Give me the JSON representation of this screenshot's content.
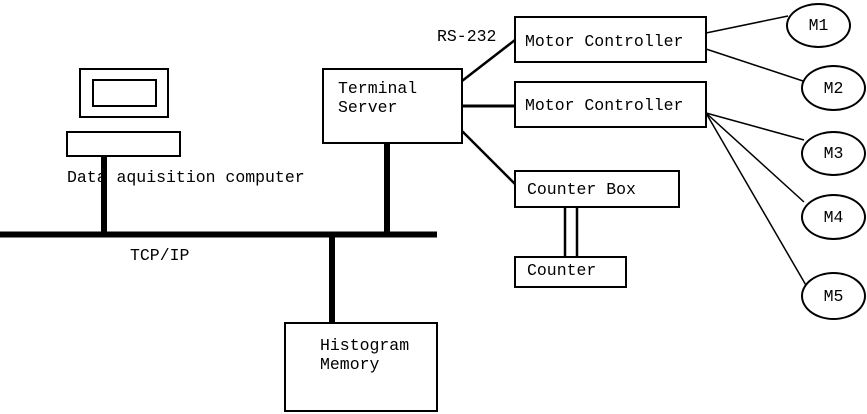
{
  "nodes": {
    "data_acquisition_computer": {
      "label": "Data aquisition computer"
    },
    "terminal_server": {
      "label": "Terminal Server"
    },
    "motor_controller_top": {
      "label": "Motor Controller"
    },
    "motor_controller_bottom": {
      "label": "Motor Controller"
    },
    "counter_box": {
      "label": "Counter Box"
    },
    "counter": {
      "label": "Counter"
    },
    "histogram_memory": {
      "label": "Histogram Memory"
    },
    "motors": [
      {
        "label": "M1"
      },
      {
        "label": "M2"
      },
      {
        "label": "M3"
      },
      {
        "label": "M4"
      },
      {
        "label": "M5"
      }
    ]
  },
  "edge_labels": {
    "serial_link": "RS-232",
    "network_bus": "TCP/IP"
  },
  "connections": [
    {
      "from": "Data aquisition computer",
      "to": "TCP/IP bus",
      "style": "thick"
    },
    {
      "from": "Terminal Server",
      "to": "TCP/IP bus",
      "style": "thick"
    },
    {
      "from": "Histogram Memory",
      "to": "TCP/IP bus",
      "style": "thick"
    },
    {
      "from": "Terminal Server",
      "to": "Motor Controller (top)",
      "label": "RS-232"
    },
    {
      "from": "Terminal Server",
      "to": "Motor Controller (bottom)"
    },
    {
      "from": "Terminal Server",
      "to": "Counter Box"
    },
    {
      "from": "Motor Controller (top)",
      "to": "M1"
    },
    {
      "from": "Motor Controller (top)",
      "to": "M2"
    },
    {
      "from": "Motor Controller (bottom)",
      "to": "M3"
    },
    {
      "from": "Motor Controller (bottom)",
      "to": "M4"
    },
    {
      "from": "Motor Controller (bottom)",
      "to": "M5"
    },
    {
      "from": "Counter Box",
      "to": "Counter",
      "style": "double-line"
    }
  ],
  "colors": {
    "line": "#000000",
    "background": "#ffffff"
  }
}
